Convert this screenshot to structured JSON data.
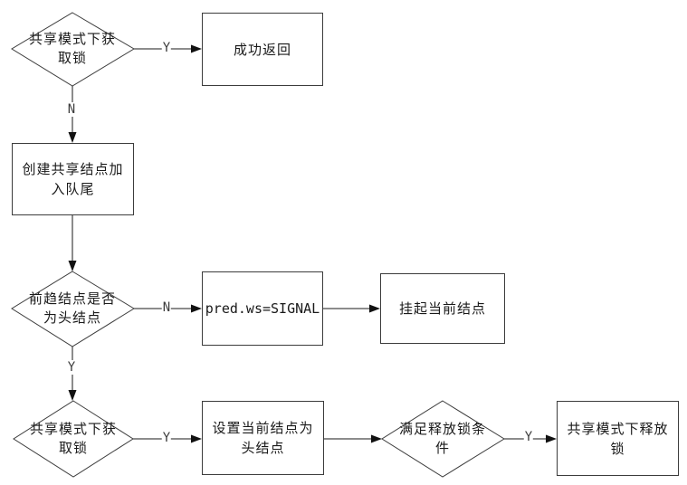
{
  "diagram": {
    "title": "AQS shared-mode lock acquire/release flowchart",
    "colors": {
      "background": "#ffffff",
      "shape_border": "#3c3c3c",
      "line": "#1a1a1a",
      "text": "#1a1a1a",
      "edge_label_text": "#3d3d3d"
    },
    "nodes": [
      {
        "id": "d1",
        "type": "decision",
        "label": "共享模式下获取锁"
      },
      {
        "id": "r1",
        "type": "process",
        "label": "成功返回"
      },
      {
        "id": "r2",
        "type": "process",
        "label": "创建共享结点加入队尾"
      },
      {
        "id": "d2",
        "type": "decision",
        "label": "前趋结点是否为头结点"
      },
      {
        "id": "r3",
        "type": "process",
        "label": "pred.ws=SIGNAL"
      },
      {
        "id": "r4",
        "type": "process",
        "label": "挂起当前结点"
      },
      {
        "id": "d3",
        "type": "decision",
        "label": "共享模式下获取锁"
      },
      {
        "id": "r5",
        "type": "process",
        "label": "设置当前结点为头结点"
      },
      {
        "id": "d4",
        "type": "decision",
        "label": "满足释放锁条件"
      },
      {
        "id": "r6",
        "type": "process",
        "label": "共享模式下释放锁"
      }
    ],
    "edges": [
      {
        "from": "d1",
        "to": "r1",
        "label": "Y"
      },
      {
        "from": "d1",
        "to": "r2",
        "label": "N"
      },
      {
        "from": "r2",
        "to": "d2",
        "label": ""
      },
      {
        "from": "d2",
        "to": "r3",
        "label": "N"
      },
      {
        "from": "r3",
        "to": "r4",
        "label": ""
      },
      {
        "from": "d2",
        "to": "d3",
        "label": "Y"
      },
      {
        "from": "d3",
        "to": "r5",
        "label": "Y"
      },
      {
        "from": "r5",
        "to": "d4",
        "label": ""
      },
      {
        "from": "d4",
        "to": "r6",
        "label": "Y"
      }
    ]
  }
}
